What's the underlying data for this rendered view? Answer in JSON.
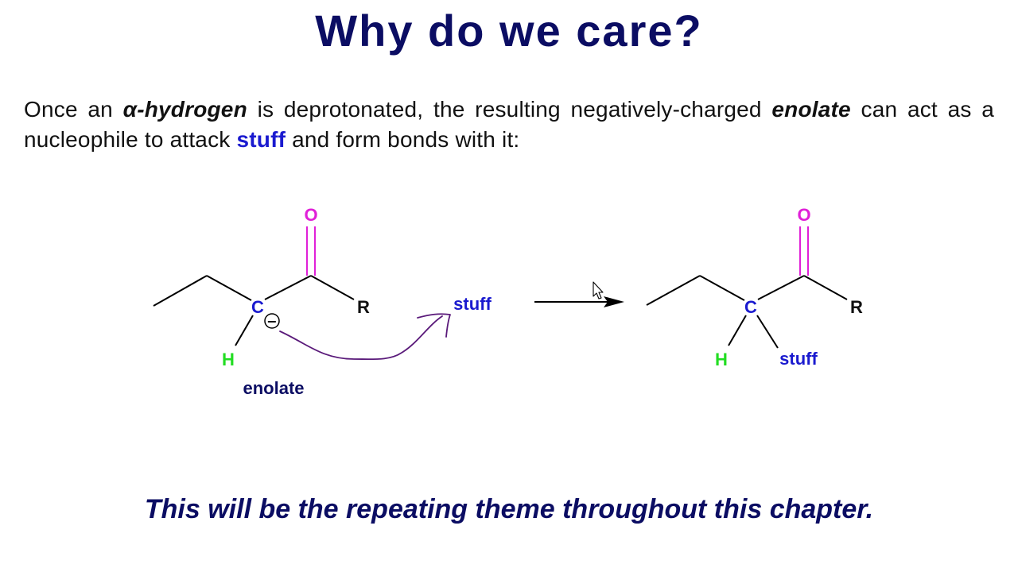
{
  "title": "Why do we care?",
  "intro": {
    "t1": "Once an ",
    "alpha_h": "α-hydrogen",
    "t2": " is deprotonated, the resulting negatively-charged ",
    "enolate": "enolate",
    "t3": " can act as a nucleophile to attack ",
    "stuff": "stuff",
    "t4": " and form bonds with it:"
  },
  "diagram": {
    "reactant": {
      "oxygen": "O",
      "carbon": "C",
      "r_group": "R",
      "hydrogen": "H",
      "charge": "−",
      "label": "enolate"
    },
    "electrophile": "stuff",
    "product": {
      "oxygen": "O",
      "carbon": "C",
      "r_group": "R",
      "hydrogen": "H",
      "substituent": "stuff"
    },
    "colors": {
      "oxygen": "#e020d8",
      "carbon": "#1a1acf",
      "hydrogen": "#22dd22",
      "stuff": "#1a1acf",
      "bond": "#000000",
      "label": "#0b0d63",
      "arrow_curve": "#5a1a7a"
    }
  },
  "footer": "This will be the repeating theme throughout this chapter.",
  "icons": {
    "cursor": "mouse-pointer-icon"
  }
}
